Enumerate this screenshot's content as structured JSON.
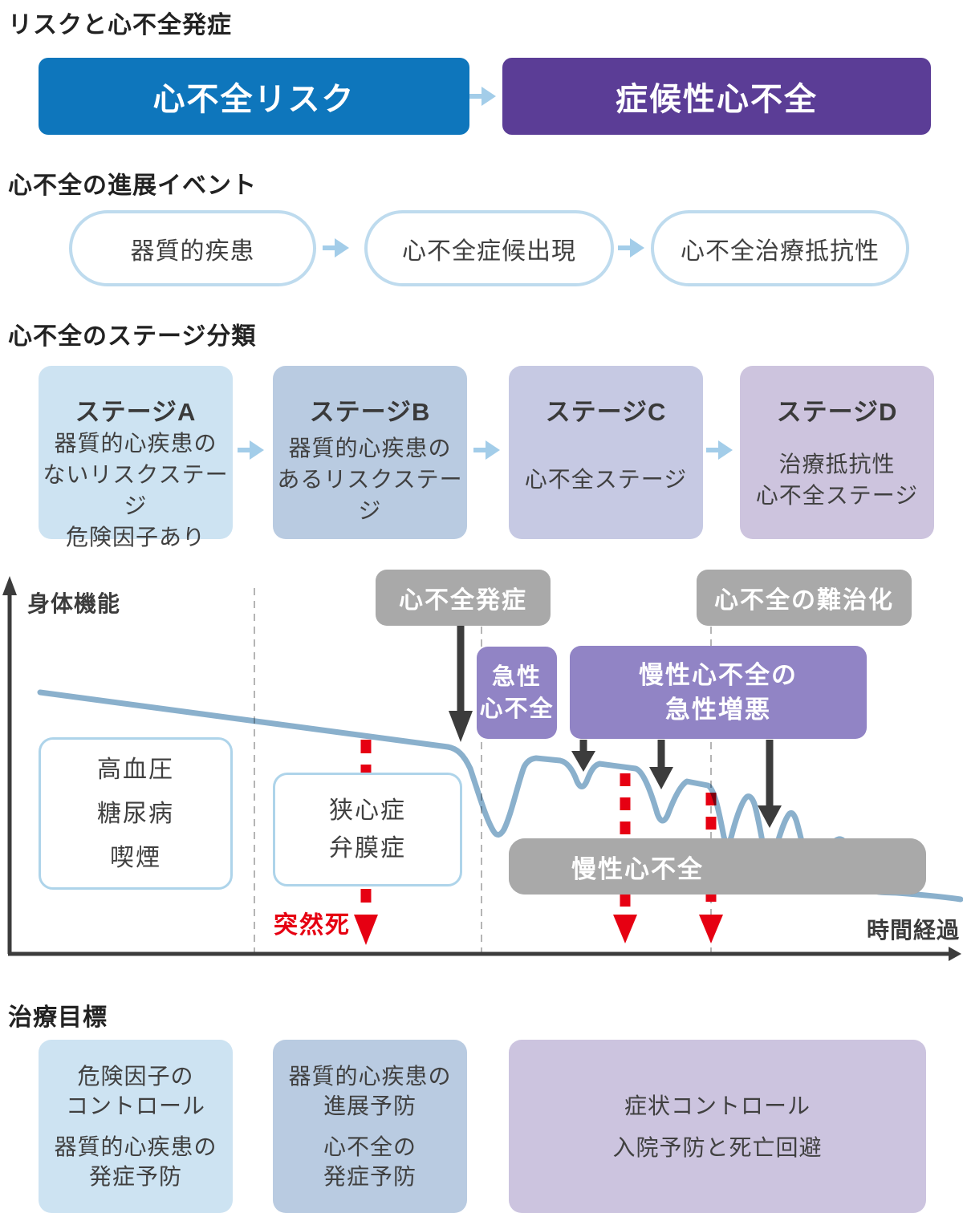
{
  "sections": {
    "risk": {
      "title": "リスクと心不全発症",
      "left_box": "心不全リスク",
      "right_box": "症候性心不全"
    },
    "events": {
      "title": "心不全の進展イベント",
      "pills": [
        "器質的疾患",
        "心不全症候出現",
        "心不全治療抵抗性"
      ]
    },
    "stages": {
      "title": "心不全のステージ分類",
      "boxes": [
        {
          "heading": "ステージA",
          "body": "器質的心疾患の\nないリスクステージ\n危険因子あり"
        },
        {
          "heading": "ステージB",
          "body": "器質的心疾患の\nあるリスクステージ"
        },
        {
          "heading": "ステージC",
          "body": "心不全ステージ"
        },
        {
          "heading": "ステージD",
          "body": "治療抵抗性\n心不全ステージ"
        }
      ]
    },
    "chart": {
      "y_axis_label": "身体機能",
      "x_axis_label": "時間経過",
      "onset_label": "心不全発症",
      "refractory_label": "心不全の難治化",
      "acute_label": "急性\n心不全",
      "exacerbation_label": "慢性心不全の\n急性増悪",
      "chronic_label": "慢性心不全",
      "risk_factors_box": "高血圧\n糖尿病\n喫煙",
      "organic_box": "狭心症\n弁膜症",
      "sudden_death_label": "突然死"
    },
    "goals": {
      "title": "治療目標",
      "boxes": [
        {
          "groups": [
            "危険因子の\nコントロール",
            "器質的心疾患の\n発症予防"
          ]
        },
        {
          "groups": [
            "器質的心疾患の\n進展予防",
            "心不全の\n発症予防"
          ]
        },
        {
          "groups": [
            "症状コントロール",
            "入院予防と死亡回避"
          ]
        }
      ]
    }
  },
  "colors": {
    "risk_blue": "#0e76bc",
    "symptomatic_purple": "#5b3d96",
    "stage_a_fill": "#cde3f2",
    "stage_b_fill": "#b9cbe1",
    "stage_c_fill": "#c6c9e3",
    "stage_d_fill": "#cdc4de",
    "gray_label": "#a9a9a9",
    "event_purple": "#9184c5",
    "alert_red": "#e60012",
    "curve_blue": "#8ab0cc",
    "flow_arrow_blue": "#a3cde9",
    "pill_border_blue": "#bedbee",
    "axis_dark": "#3c3c3c",
    "dashed_gray": "#b5b5b5"
  }
}
